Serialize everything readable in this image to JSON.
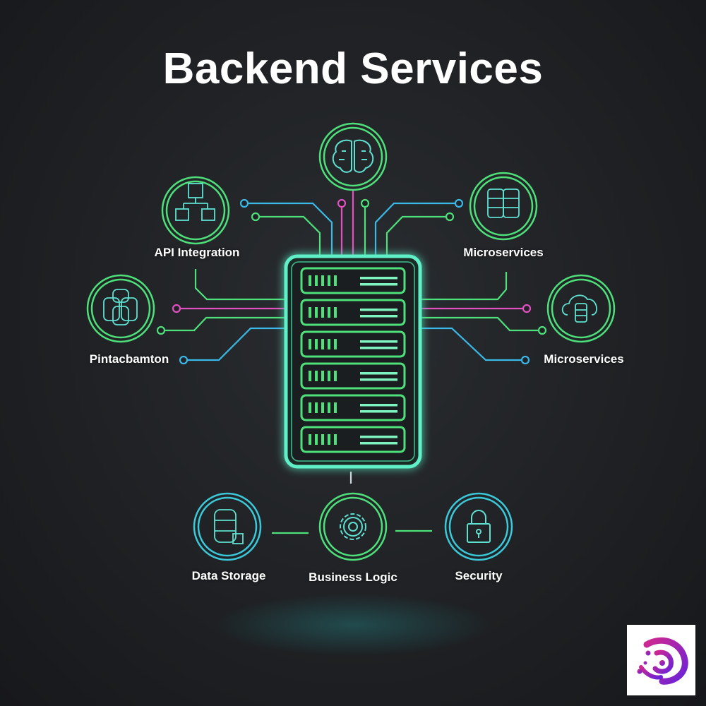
{
  "title": "Backend Services",
  "nodes": {
    "top_center": {
      "icon": "brain-icon"
    },
    "top_left": {
      "label": "API Integration",
      "icon": "cubes-network-icon"
    },
    "top_right": {
      "label": "Microservices",
      "icon": "database-stack-icon"
    },
    "mid_left": {
      "label": "Pintacbamton",
      "icon": "databases-icon"
    },
    "mid_right": {
      "label": "Microservices",
      "icon": "cloud-database-icon"
    },
    "bottom_left": {
      "label": "Data Storage",
      "icon": "database-icon"
    },
    "bottom_center": {
      "label": "Business Logic",
      "icon": "gear-icon"
    },
    "bottom_right": {
      "label": "Security",
      "icon": "lock-icon"
    }
  },
  "server": {
    "icon": "server-rack-icon",
    "units": 6
  },
  "colors": {
    "green": "#4ee07a",
    "blue": "#3bb8e6",
    "magenta": "#e050c0",
    "teal": "#5ef0c8",
    "background": "#1f2124"
  }
}
